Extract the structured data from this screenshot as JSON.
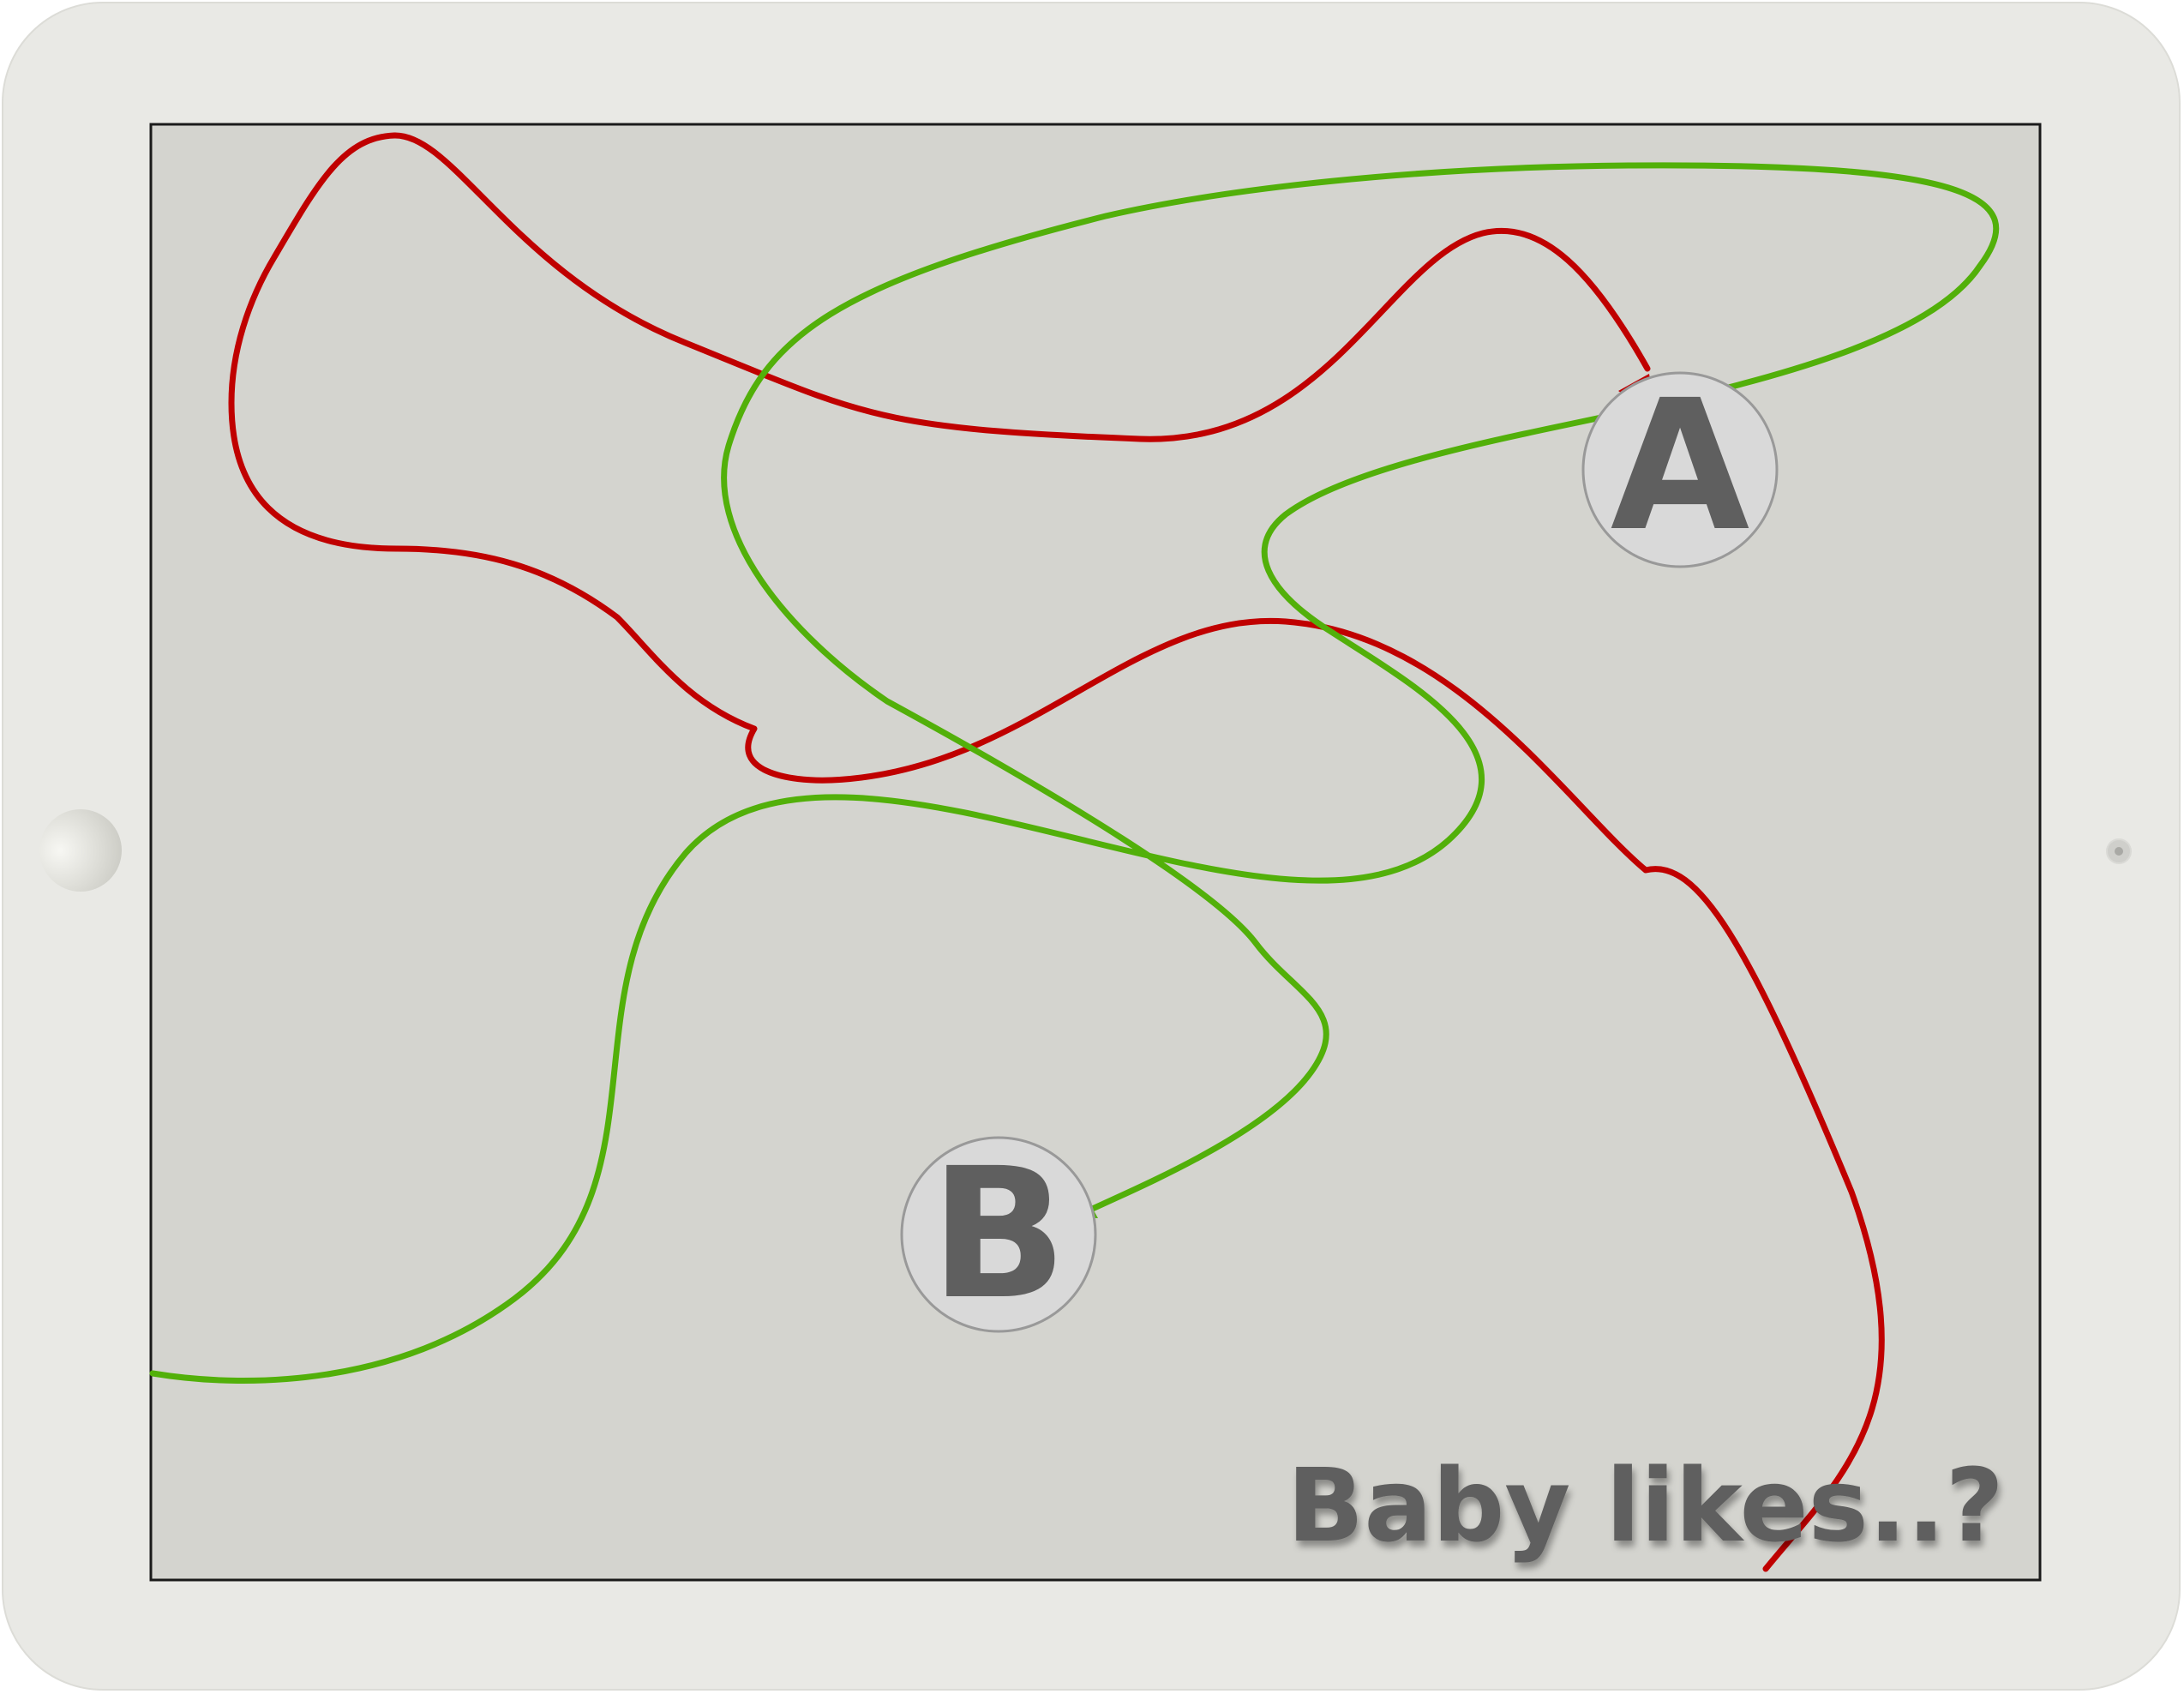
{
  "nodes": {
    "a": {
      "label": "A"
    },
    "b": {
      "label": "B"
    }
  },
  "caption": "Baby likes..?",
  "colors": {
    "red_path": "#c00000",
    "green_path": "#52b00a",
    "screen_bg": "#d4d4cf",
    "node_fill": "#d9d9d9",
    "node_stroke": "#999999",
    "text": "#5e5e5e"
  }
}
